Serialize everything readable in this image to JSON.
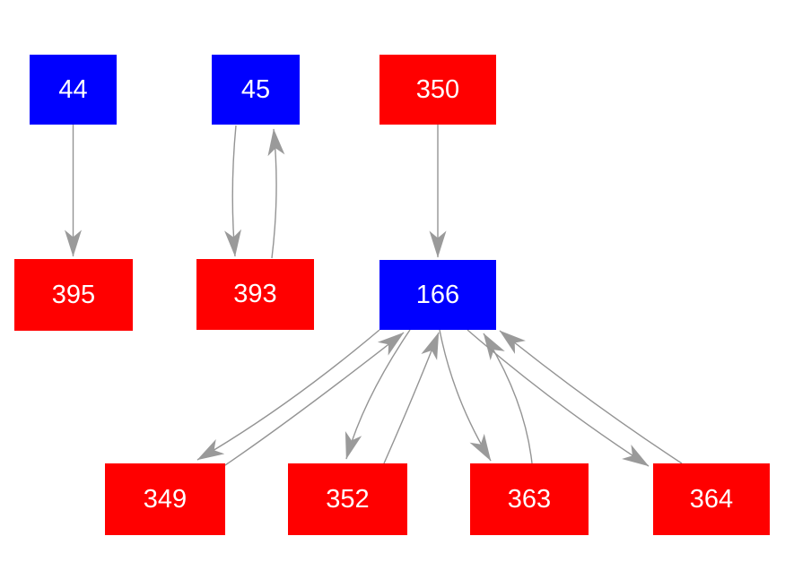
{
  "palette": {
    "background": "#FFFFFF",
    "node_blue": "#0000FF",
    "node_red": "#FF0000",
    "edge": "#949494",
    "arrowhead": "#9A9A9A",
    "label_text": "#FFFFFF"
  },
  "graph": {
    "nodes": [
      {
        "id": "44",
        "label": "44",
        "color": "blue"
      },
      {
        "id": "45",
        "label": "45",
        "color": "blue"
      },
      {
        "id": "350",
        "label": "350",
        "color": "red"
      },
      {
        "id": "395",
        "label": "395",
        "color": "red"
      },
      {
        "id": "393",
        "label": "393",
        "color": "red"
      },
      {
        "id": "166",
        "label": "166",
        "color": "blue"
      },
      {
        "id": "349",
        "label": "349",
        "color": "red"
      },
      {
        "id": "352",
        "label": "352",
        "color": "red"
      },
      {
        "id": "363",
        "label": "363",
        "color": "red"
      },
      {
        "id": "364",
        "label": "364",
        "color": "red"
      }
    ],
    "edges": [
      {
        "from": "44",
        "to": "395"
      },
      {
        "from": "45",
        "to": "393"
      },
      {
        "from": "393",
        "to": "45"
      },
      {
        "from": "350",
        "to": "166"
      },
      {
        "from": "166",
        "to": "349"
      },
      {
        "from": "349",
        "to": "166"
      },
      {
        "from": "166",
        "to": "352"
      },
      {
        "from": "352",
        "to": "166"
      },
      {
        "from": "166",
        "to": "363"
      },
      {
        "from": "363",
        "to": "166"
      },
      {
        "from": "166",
        "to": "364"
      },
      {
        "from": "364",
        "to": "166"
      }
    ]
  }
}
